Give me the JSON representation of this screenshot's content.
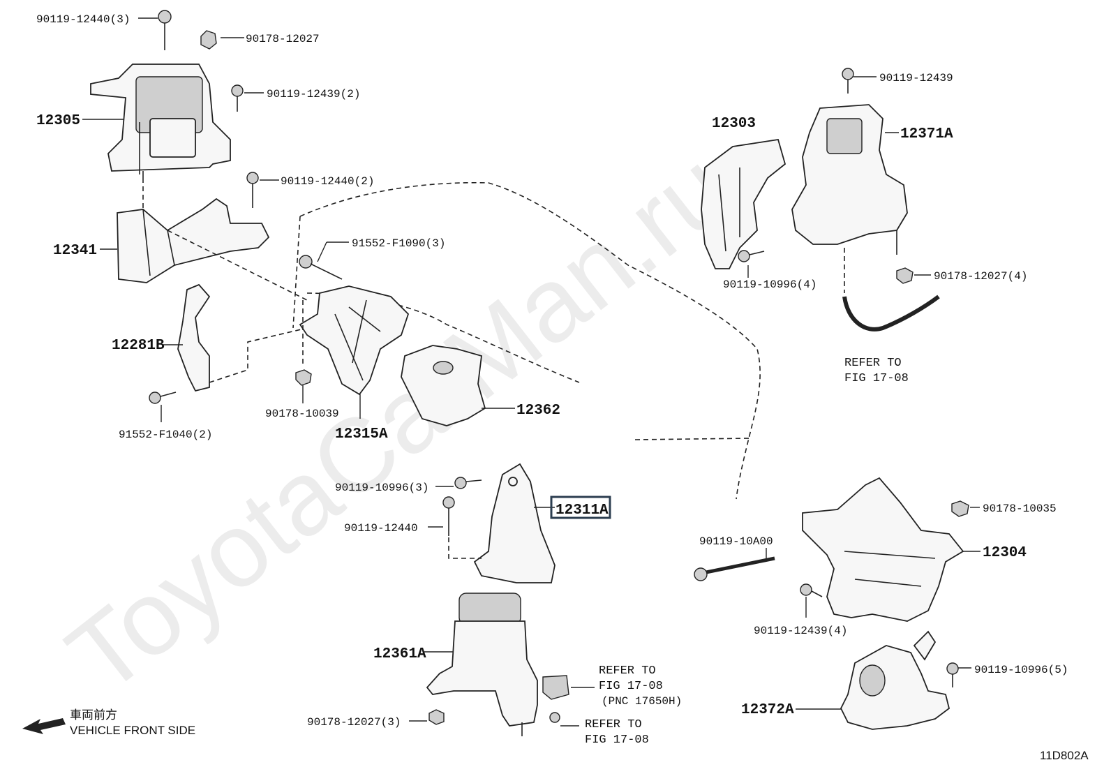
{
  "watermark": "ToyotaCarMan.ru",
  "diagram_code": "11D802A",
  "direction": {
    "jp": "車両前方",
    "en": "VEHICLE FRONT SIDE"
  },
  "parts": {
    "p12305": "12305",
    "p12341": "12341",
    "p12281B": "12281B",
    "p12315A": "12315A",
    "p12362": "12362",
    "p12311A": "12311A",
    "p12361A": "12361A",
    "p12303": "12303",
    "p12371A": "12371A",
    "p12304": "12304",
    "p12372A": "12372A"
  },
  "fasteners": {
    "f1": "90119-12440(3)",
    "f2": "90178-12027",
    "f3": "90119-12439(2)",
    "f4": "90119-12440(2)",
    "f5": "91552-F1090(3)",
    "f6": "90178-10039",
    "f7": "91552-F1040(2)",
    "f8": "90119-10996(3)",
    "f9": "90119-12440",
    "f10": "90178-12027(3)",
    "f11": "90119-12439",
    "f12": "90119-10996(4)",
    "f13": "90178-12027(4)",
    "f14": "90119-10A00",
    "f15": "90178-10035",
    "f16": "90119-12439(4)",
    "f17": "90119-10996(5)"
  },
  "refers": {
    "r1a": "REFER TO",
    "r1b": "FIG 17-08",
    "r2a": "REFER TO",
    "r2b": "FIG 17-08",
    "r2c": "(PNC 17650H)",
    "r3a": "REFER TO",
    "r3b": "FIG 17-08"
  },
  "highlight_color": "#2c3e50"
}
